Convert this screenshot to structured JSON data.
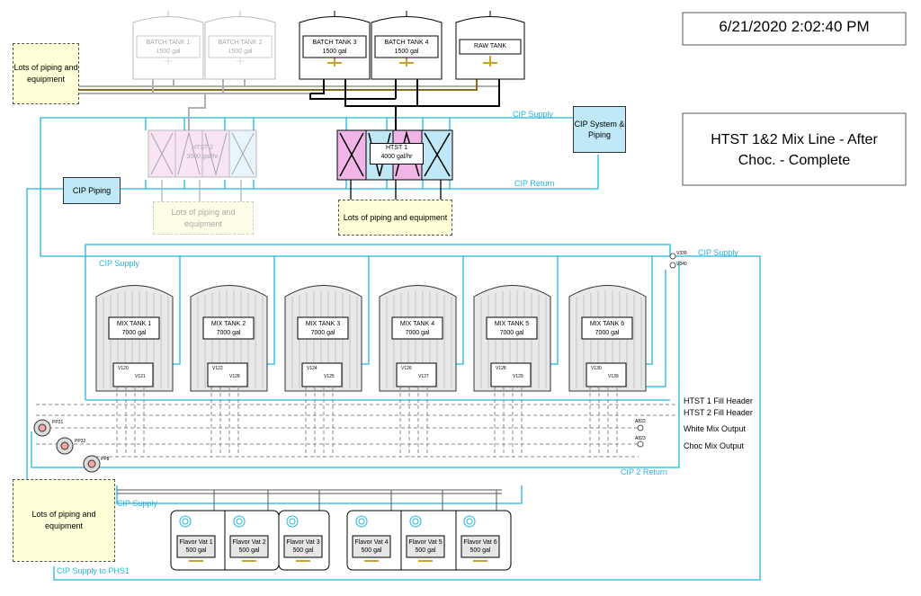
{
  "timestamp": "6/21/2020  2:02:40 PM",
  "screen_title": "HTST 1&2 Mix Line - After Choc. - Complete",
  "batch_tanks": [
    {
      "name": "BATCH TANK 1",
      "capacity": "1500 gal",
      "active": false
    },
    {
      "name": "BATCH TANK 2",
      "capacity": "1500 gal",
      "active": false
    },
    {
      "name": "BATCH TANK 3",
      "capacity": "1500 gal",
      "active": true
    },
    {
      "name": "BATCH TANK 4",
      "capacity": "1500 gal",
      "active": true
    },
    {
      "name": "RAW TANK",
      "capacity": "",
      "active": true
    }
  ],
  "htst": [
    {
      "name": "HTST 2",
      "rate": "3000 gal/hr",
      "active": false
    },
    {
      "name": "HTST 1",
      "rate": "4000 gal/hr",
      "active": true
    }
  ],
  "notes": {
    "top_left": "Lots of piping and equipment",
    "center_left": "Lots of piping and equipment",
    "center": "Lots of piping and equipment",
    "bottom_left": "Lots of piping and equipment"
  },
  "cip_boxes": {
    "system": "CIP System & Piping",
    "piping": "CIP Piping"
  },
  "flow_labels": {
    "cip_supply_top": "CIP Supply",
    "cip_return": "CIP Return",
    "cip_supply_mid": "CIP Supply",
    "cip_supply_right": "CIP Supply",
    "cip2_return": "CIP 2 Return",
    "cip_supply_bottom": "CIP Supply",
    "cip_supply_phs1": "CIP Supply to PHS1"
  },
  "mix_tanks": [
    {
      "name": "MIX TANK 1",
      "capacity": "7000 gal",
      "v_left": "V120",
      "v_right": "V121"
    },
    {
      "name": "MIX TANK 2",
      "capacity": "7000 gal",
      "v_left": "V122",
      "v_right": "V128"
    },
    {
      "name": "MIX TANK 3",
      "capacity": "7000 gal",
      "v_left": "V124",
      "v_right": "V125"
    },
    {
      "name": "MIX TANK 4",
      "capacity": "7000 gal",
      "v_left": "V126",
      "v_right": "V127"
    },
    {
      "name": "MIX TANK 5",
      "capacity": "7000 gal",
      "v_left": "V128",
      "v_right": "V129"
    },
    {
      "name": "MIX TANK 6",
      "capacity": "7000 gal",
      "v_left": "V130",
      "v_right": "V139"
    }
  ],
  "header_labels": {
    "htst1_fill": "HTST 1 Fill Header",
    "htst2_fill": "HTST 2 Fill Header",
    "white_mix": "White Mix Output",
    "choc_mix": "Choc Mix Output"
  },
  "valves": {
    "v339": "V339",
    "v340": "V340",
    "a822": "A822",
    "a823": "A823"
  },
  "pumps": [
    {
      "tag": "PP21"
    },
    {
      "tag": "PP32"
    },
    {
      "tag": "PP8"
    }
  ],
  "flavor_vats": [
    {
      "name": "Flavor Vat 1",
      "capacity": "500 gal"
    },
    {
      "name": "Flavor Vat 2",
      "capacity": "500 gal"
    },
    {
      "name": "Flavor Vat 3",
      "capacity": "500 gal"
    },
    {
      "name": "Flavor Vat 4",
      "capacity": "500 gal"
    },
    {
      "name": "Flavor Vat 5",
      "capacity": "500 gal"
    },
    {
      "name": "Flavor Vat 6",
      "capacity": "500 gal"
    }
  ],
  "colors": {
    "cip_line": "#23b5e0",
    "product_line": "#000000",
    "inactive_line": "#b0b0b0",
    "brown_line": "#8a6a1e",
    "note_fill": "#ffffd8",
    "cip_fill": "#bfe9f7",
    "htst_pink": "#f0b4e6",
    "htst_blue": "#bfe7f5"
  }
}
